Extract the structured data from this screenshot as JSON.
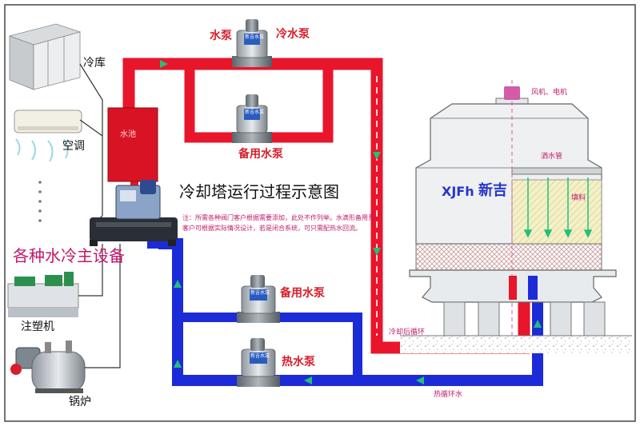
{
  "title": "冷却塔运行过程示意图",
  "note": "注：所需各种阀门客户根据需要添加，此处不作列举。水滴形备用泵客户可根据实际情况设计，若是闭合系统，可只需配热水回流。",
  "equipment": {
    "cold_storage": "冷库",
    "air_conditioner": "空调",
    "main_equipment": "各种水冷主设备",
    "injection_molding": "注塑机",
    "boiler": "锅炉",
    "water_tank": "水池"
  },
  "pumps": {
    "top_left_label": "水泵",
    "cold_pump": "冷水泵",
    "backup_top": "备用水泵",
    "backup_bottom": "备用水泵",
    "hot_pump": "热水泵",
    "pump_plate": "新吉水泵"
  },
  "tower": {
    "fan_motor": "风机、电机",
    "spray_pipe": "洒水管",
    "fill": "填料",
    "brand_latin": "XJFh",
    "brand_cn": "新吉"
  },
  "flows": {
    "cooled_return": "冷却后循环",
    "hot_return": "热循环水"
  },
  "colors": {
    "hot_pipe": "#e8152b",
    "cold_pipe": "#1c2bd8",
    "arrow": "#22c07a",
    "tank": "#d81424"
  }
}
